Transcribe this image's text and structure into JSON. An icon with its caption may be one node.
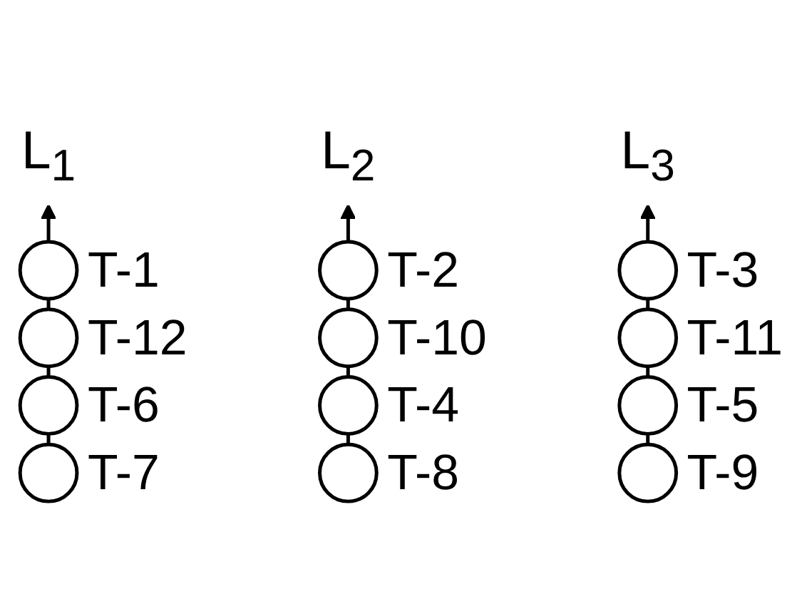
{
  "diagram": {
    "nodes": [
      {
        "text": [
          "L$_{1}$"
        ]
      },
      {
        "text": [],
        "shape": "circle",
        "beside": [
          "T-1"
        ]
      },
      {
        "text": [],
        "shape": "circle",
        "beside": [
          "T-12"
        ]
      },
      {
        "text": [],
        "shape": "circle",
        "beside": [
          "T-6"
        ]
      },
      {
        "text": [],
        "shape": "circle",
        "beside": [
          "T-7"
        ]
      },
      {
        "text": [
          "L$_{2}$"
        ]
      },
      {
        "text": [],
        "shape": "circle",
        "beside": [
          "T-2"
        ]
      },
      {
        "text": [],
        "shape": "circle",
        "beside": [
          "T-10"
        ]
      },
      {
        "text": [],
        "shape": "circle",
        "beside": [
          "T-4"
        ]
      },
      {
        "text": [],
        "shape": "circle",
        "beside": [
          "T-8"
        ]
      },
      {
        "text": [
          "L$_{3}$"
        ]
      },
      {
        "text": [],
        "shape": "circle",
        "beside": [
          "T-3"
        ]
      },
      {
        "text": [],
        "shape": "circle",
        "beside": [
          "T-11"
        ]
      },
      {
        "text": [],
        "shape": "circle",
        "beside": [
          "T-5"
        ]
      },
      {
        "text": [],
        "shape": "circle",
        "beside": [
          "T-9"
        ]
      }
    ],
    "edges": [
      {
        "from": 1,
        "to": 0,
        "arrow": "to"
      },
      {
        "from": 2,
        "to": 1,
        "arrow": "none"
      },
      {
        "from": 3,
        "to": 2,
        "arrow": "none"
      },
      {
        "from": 4,
        "to": 3,
        "arrow": "none"
      },
      {
        "from": 6,
        "to": 5,
        "arrow": "to"
      },
      {
        "from": 7,
        "to": 6,
        "arrow": "none"
      },
      {
        "from": 8,
        "to": 7,
        "arrow": "none"
      },
      {
        "from": 9,
        "to": 8,
        "arrow": "none"
      },
      {
        "from": 11,
        "to": 10,
        "arrow": "to"
      },
      {
        "from": 12,
        "to": 11,
        "arrow": "none"
      },
      {
        "from": 13,
        "to": 12,
        "arrow": "none"
      },
      {
        "from": 14,
        "to": 13,
        "arrow": "none"
      }
    ]
  }
}
